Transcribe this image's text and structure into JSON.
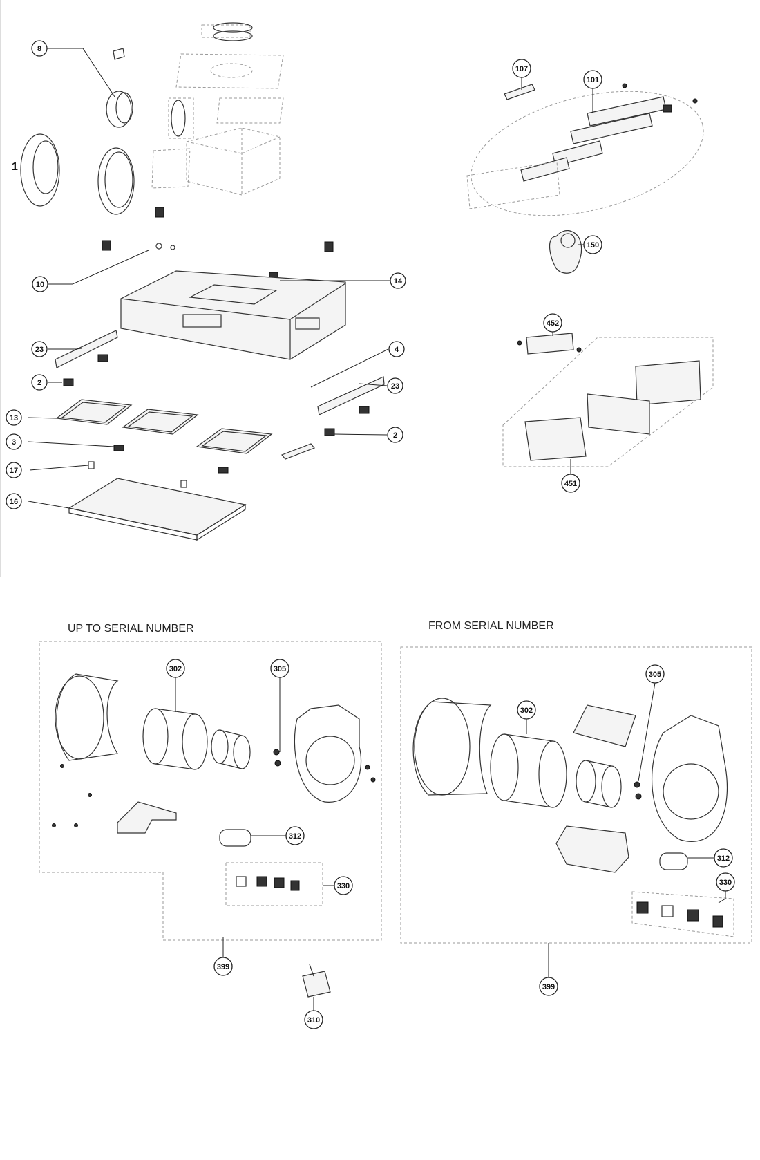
{
  "diagram": {
    "assembly_label": "1",
    "captions": {
      "up_to": "UP TO SERIAL NUMBER",
      "from": "FROM SERIAL NUMBER"
    },
    "callouts": {
      "c8": "8",
      "c10": "10",
      "c14": "14",
      "c23a": "23",
      "c23b": "23",
      "c4": "4",
      "c2a": "2",
      "c2b": "2",
      "c13": "13",
      "c3": "3",
      "c17": "17",
      "c16": "16",
      "c107": "107",
      "c101": "101",
      "c150": "150",
      "c452": "452",
      "c451": "451",
      "c302a": "302",
      "c305a": "305",
      "c312a": "312",
      "c330a": "330",
      "c399a": "399",
      "c310": "310",
      "c302b": "302",
      "c305b": "305",
      "c312b": "312",
      "c330b": "330",
      "c399b": "399"
    }
  }
}
